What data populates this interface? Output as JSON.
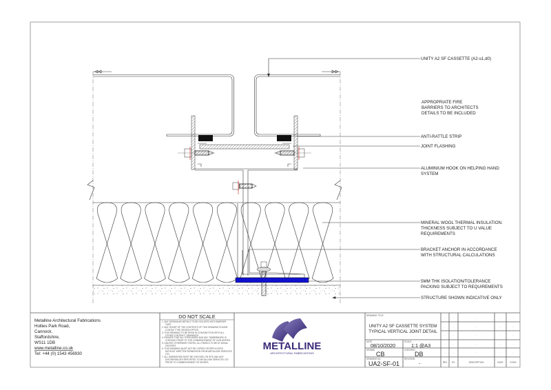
{
  "labels": {
    "cassette": "UNITY A2 SF CASSETTE (A2-s1,d0)",
    "fire_barriers": [
      "APPROPRIATE FIRE",
      "BARRIERS TO ARCHITECTS",
      "DETAILS TO BE INCLUDED"
    ],
    "anti_rattle": "ANTI-RATTLE STRIP",
    "joint_flashing": "JOINT FLASHING",
    "hook": [
      "ALUMINIUM HOOK ON HELPING HAND",
      "SYSTEM"
    ],
    "insulation": [
      "MINERAL WOOL THERMAL INSULATION.",
      "THICKNESS SUBJECT TO U VALUE",
      "REQUIREMENTS"
    ],
    "bracket": [
      "BRACKET ANCHOR IN ACCORDANCE",
      "WITH STRUCTURAL CALCULATIONS"
    ],
    "packing": [
      "5MM THK ISOLATION/TOLERANCE",
      "PACKING SUBJECT TO REQUIREMENTS"
    ],
    "structure": "STRUCTURE SHOWN INDICATIVE ONLY"
  },
  "colors": {
    "packing": "#1010d0",
    "washer": "#e05050",
    "logo": "#3c2a7a"
  },
  "company": {
    "lines": [
      "Metalline Architectural Fabrications",
      "Hollies Park Road,",
      "Cannock,",
      "Staffordshire,",
      "WS11 1DB"
    ],
    "website": "www.metalline.co.uk",
    "tel": "Tel: +44 (0) 1543 456930"
  },
  "notes": {
    "heading": "DO NOT SCALE",
    "items": [
      "1.  ANY DISSIMILAR METALS TO BE ISOLATED WITH BARRIER TAPE.",
      "2.  ANY DOUBT OF THE CONTENTS OF THIS DRAWING PLEASE CONTACT THE DESIGN OFFICE.",
      "3.  THIS DRAWING TO BE READ IN CONJUNCTION WITH ALL OTHER CONTRACT DRAWINGS.",
      "4.  ENSURE THAT ALL STEELWORK AND ANY TIMBERWORK IS CHECKED PRIOR TO THE COMMENCEMENT OF OUR WORKS.",
      "5.  UNLESS OTHERWISE STATED, ALL PANELS TO BE AT 450mm CENTRES.",
      "6.  THIS DRAWING MUST NOT BE COPIED OR REPLICATED WITHOUT WRITTEN PERMISSION FROM METALLINE SERVICES LTD.",
      "7.  ALL DIMENSIONS MUST BE CHECKED ON SITE AND ANY DISCREPANCIES REPORTED TO METALLINE SERVICES LTD PRIOR TO COMMENCEMENT OF WORKS."
    ]
  },
  "logo": {
    "name": "METALLINE",
    "tagline": "ARCHITECTURAL FABRICATIONS"
  },
  "title_block": {
    "drawing_title_label": "DRAWING TITLE",
    "drawing_title": [
      "UNITY A2 SF CASSETTE SYSTEM",
      "TYPICAL VERTICAL JOINT DETAIL"
    ],
    "date_label": "DATE",
    "date": "08/10/2020",
    "scale_label": "SCALE",
    "scale": "1:1 @A3",
    "drawn_label": "DRAWN",
    "drawn": "CB",
    "checked_label": "CHECKED",
    "checked": "DB",
    "drawing_no_label": "DRAWING No.",
    "drawing_no": "UA2-SF-01",
    "revision_label": "REVISION",
    "revision": "-"
  },
  "revisions": {
    "headers": [
      "REV",
      "BY",
      "DESCRIPTION",
      "DATE",
      "CH'KD"
    ],
    "rows": [
      [
        "-",
        "-",
        "-",
        "-",
        "-"
      ],
      [
        "-",
        "-",
        "-",
        "-",
        "-"
      ],
      [
        "-",
        "-",
        "-",
        "-",
        "-"
      ],
      [
        "-",
        "-",
        "-",
        "-",
        "-"
      ],
      [
        "-",
        "-",
        "-",
        "-",
        "-"
      ]
    ]
  }
}
